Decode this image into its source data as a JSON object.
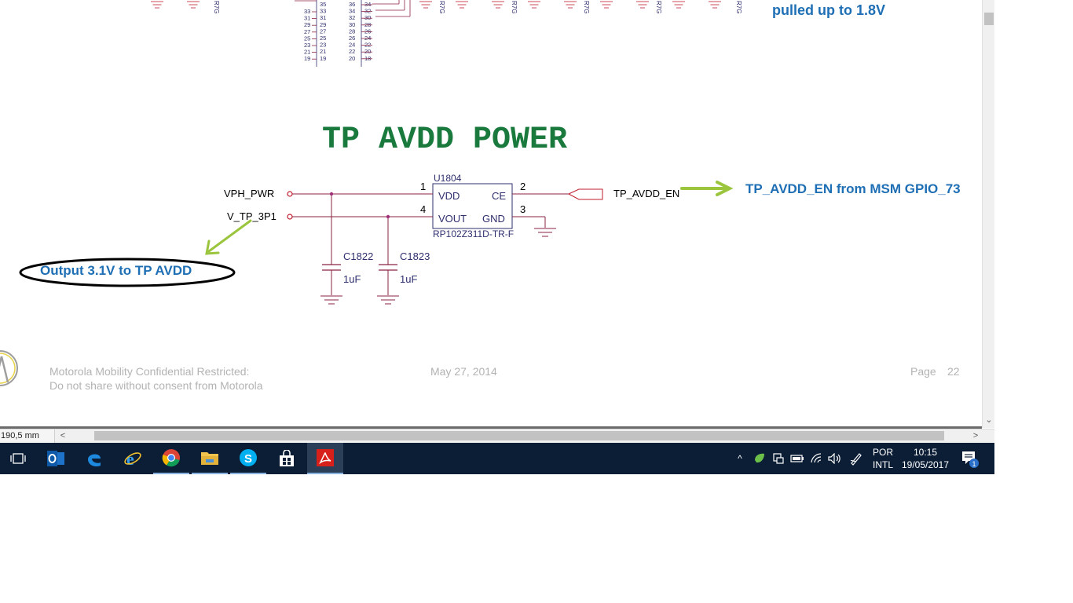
{
  "schematic": {
    "top_pins": {
      "left_numbers": [
        "33",
        "31",
        "29",
        "27",
        "25",
        "23",
        "21",
        "19"
      ],
      "mid_left_numbers": [
        "35",
        "33",
        "31",
        "29",
        "27",
        "25",
        "23",
        "21",
        "19"
      ],
      "mid_right_numbers": [
        "36",
        "34",
        "32",
        "30",
        "28",
        "26",
        "24",
        "22",
        "20"
      ],
      "right_numbers": [
        "34",
        "32",
        "30",
        "28",
        "26",
        "24",
        "22",
        "20",
        "18"
      ]
    },
    "top_vertical_labels": [
      "R7G",
      "R7G",
      "R7G",
      "R7G",
      "R7G",
      "R7G"
    ],
    "top_note": "pulled up to 1.8V",
    "section_title": "TP AVDD POWER",
    "ic": {
      "ref": "U1804",
      "part": "RP102Z311D-TR-F",
      "pins": {
        "vdd": "VDD",
        "ce": "CE",
        "vout": "VOUT",
        "gnd": "GND"
      },
      "pin_numbers": {
        "vdd": "1",
        "ce": "2",
        "vout": "4",
        "gnd": "3"
      }
    },
    "nets": {
      "vph": "VPH_PWR",
      "vtp": "V_TP_3P1",
      "en": "TP_AVDD_EN"
    },
    "caps": [
      {
        "ref": "C1822",
        "value": "1uF"
      },
      {
        "ref": "C1823",
        "value": "1uF"
      }
    ],
    "annotations": {
      "output": "Output 3.1V to TP AVDD",
      "enable": "TP_AVDD_EN from MSM GPIO_73"
    },
    "footer": {
      "confidential_1": "Motorola Mobility Confidential Restricted:",
      "confidential_2": "Do not share without consent from Motorola",
      "date": "May 27, 2014",
      "page_label": "Page",
      "page_number": "22"
    },
    "colors": {
      "wire": "#8b2342",
      "title": "#1a7a3e",
      "annotation": "#1f6fb5",
      "arrow": "#9bc53d",
      "footer": "#b3b3b3"
    }
  },
  "viewer": {
    "dimension": "190,5 mm",
    "scroll_left": "<",
    "scroll_right": ">",
    "scroll_down": "⌄"
  },
  "taskbar": {
    "apps": [
      {
        "name": "task-view",
        "icon": "task-view-icon"
      },
      {
        "name": "outlook",
        "icon": "outlook-icon"
      },
      {
        "name": "edge",
        "icon": "edge-icon"
      },
      {
        "name": "internet-explorer",
        "icon": "internet-explorer-icon"
      },
      {
        "name": "chrome",
        "icon": "chrome-icon"
      },
      {
        "name": "file-explorer",
        "icon": "folder-icon"
      },
      {
        "name": "skype",
        "icon": "skype-icon"
      },
      {
        "name": "store",
        "icon": "store-icon"
      },
      {
        "name": "acrobat",
        "icon": "acrobat-icon"
      }
    ],
    "language_1": "POR",
    "language_2": "INTL",
    "time": "10:15",
    "date": "19/05/2017",
    "notification_count": "1",
    "chevron": "^"
  }
}
